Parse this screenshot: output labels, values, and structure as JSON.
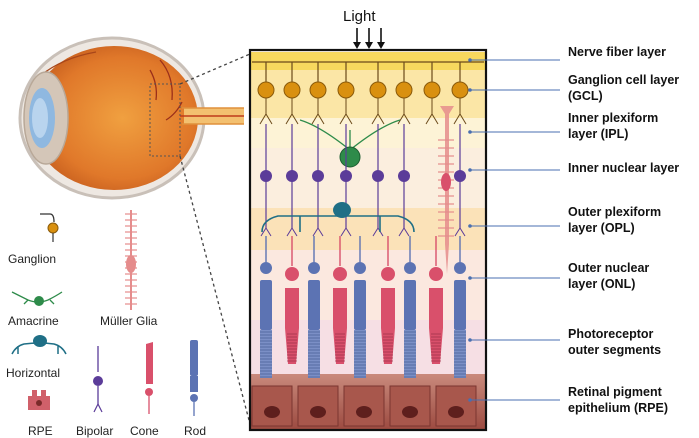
{
  "light_label": "Light",
  "layers": [
    {
      "line1": "Nerve fiber layer",
      "line2": ""
    },
    {
      "line1": "Ganglion cell layer",
      "line2": "(GCL)"
    },
    {
      "line1": "Inner plexiform",
      "line2": "layer (IPL)"
    },
    {
      "line1": "Inner nuclear layer",
      "line2": ""
    },
    {
      "line1": "Outer plexiform",
      "line2": "layer (OPL)"
    },
    {
      "line1": "Outer nuclear",
      "line2": "layer (ONL)"
    },
    {
      "line1": "Photoreceptor",
      "line2": "outer segments"
    },
    {
      "line1": "Retinal pigment",
      "line2": "epithelium (RPE)"
    }
  ],
  "legend": {
    "ganglion": "Ganglion",
    "amacrine": "Amacrine",
    "muller": "Müller Glia",
    "horizontal": "Horizontal",
    "rpe": "RPE",
    "bipolar": "Bipolar",
    "cone": "Cone",
    "rod": "Rod"
  },
  "colors": {
    "ganglion": "#d9900f",
    "amacrine": "#2e8b4a",
    "horizontal": "#1f6f86",
    "bipolar": "#5b3c99",
    "rod": "#5c73b3",
    "cone": "#d9506b",
    "muller": "#e58c8c",
    "rpe": "#8a3b35",
    "arrow": "#4a6fb0"
  }
}
